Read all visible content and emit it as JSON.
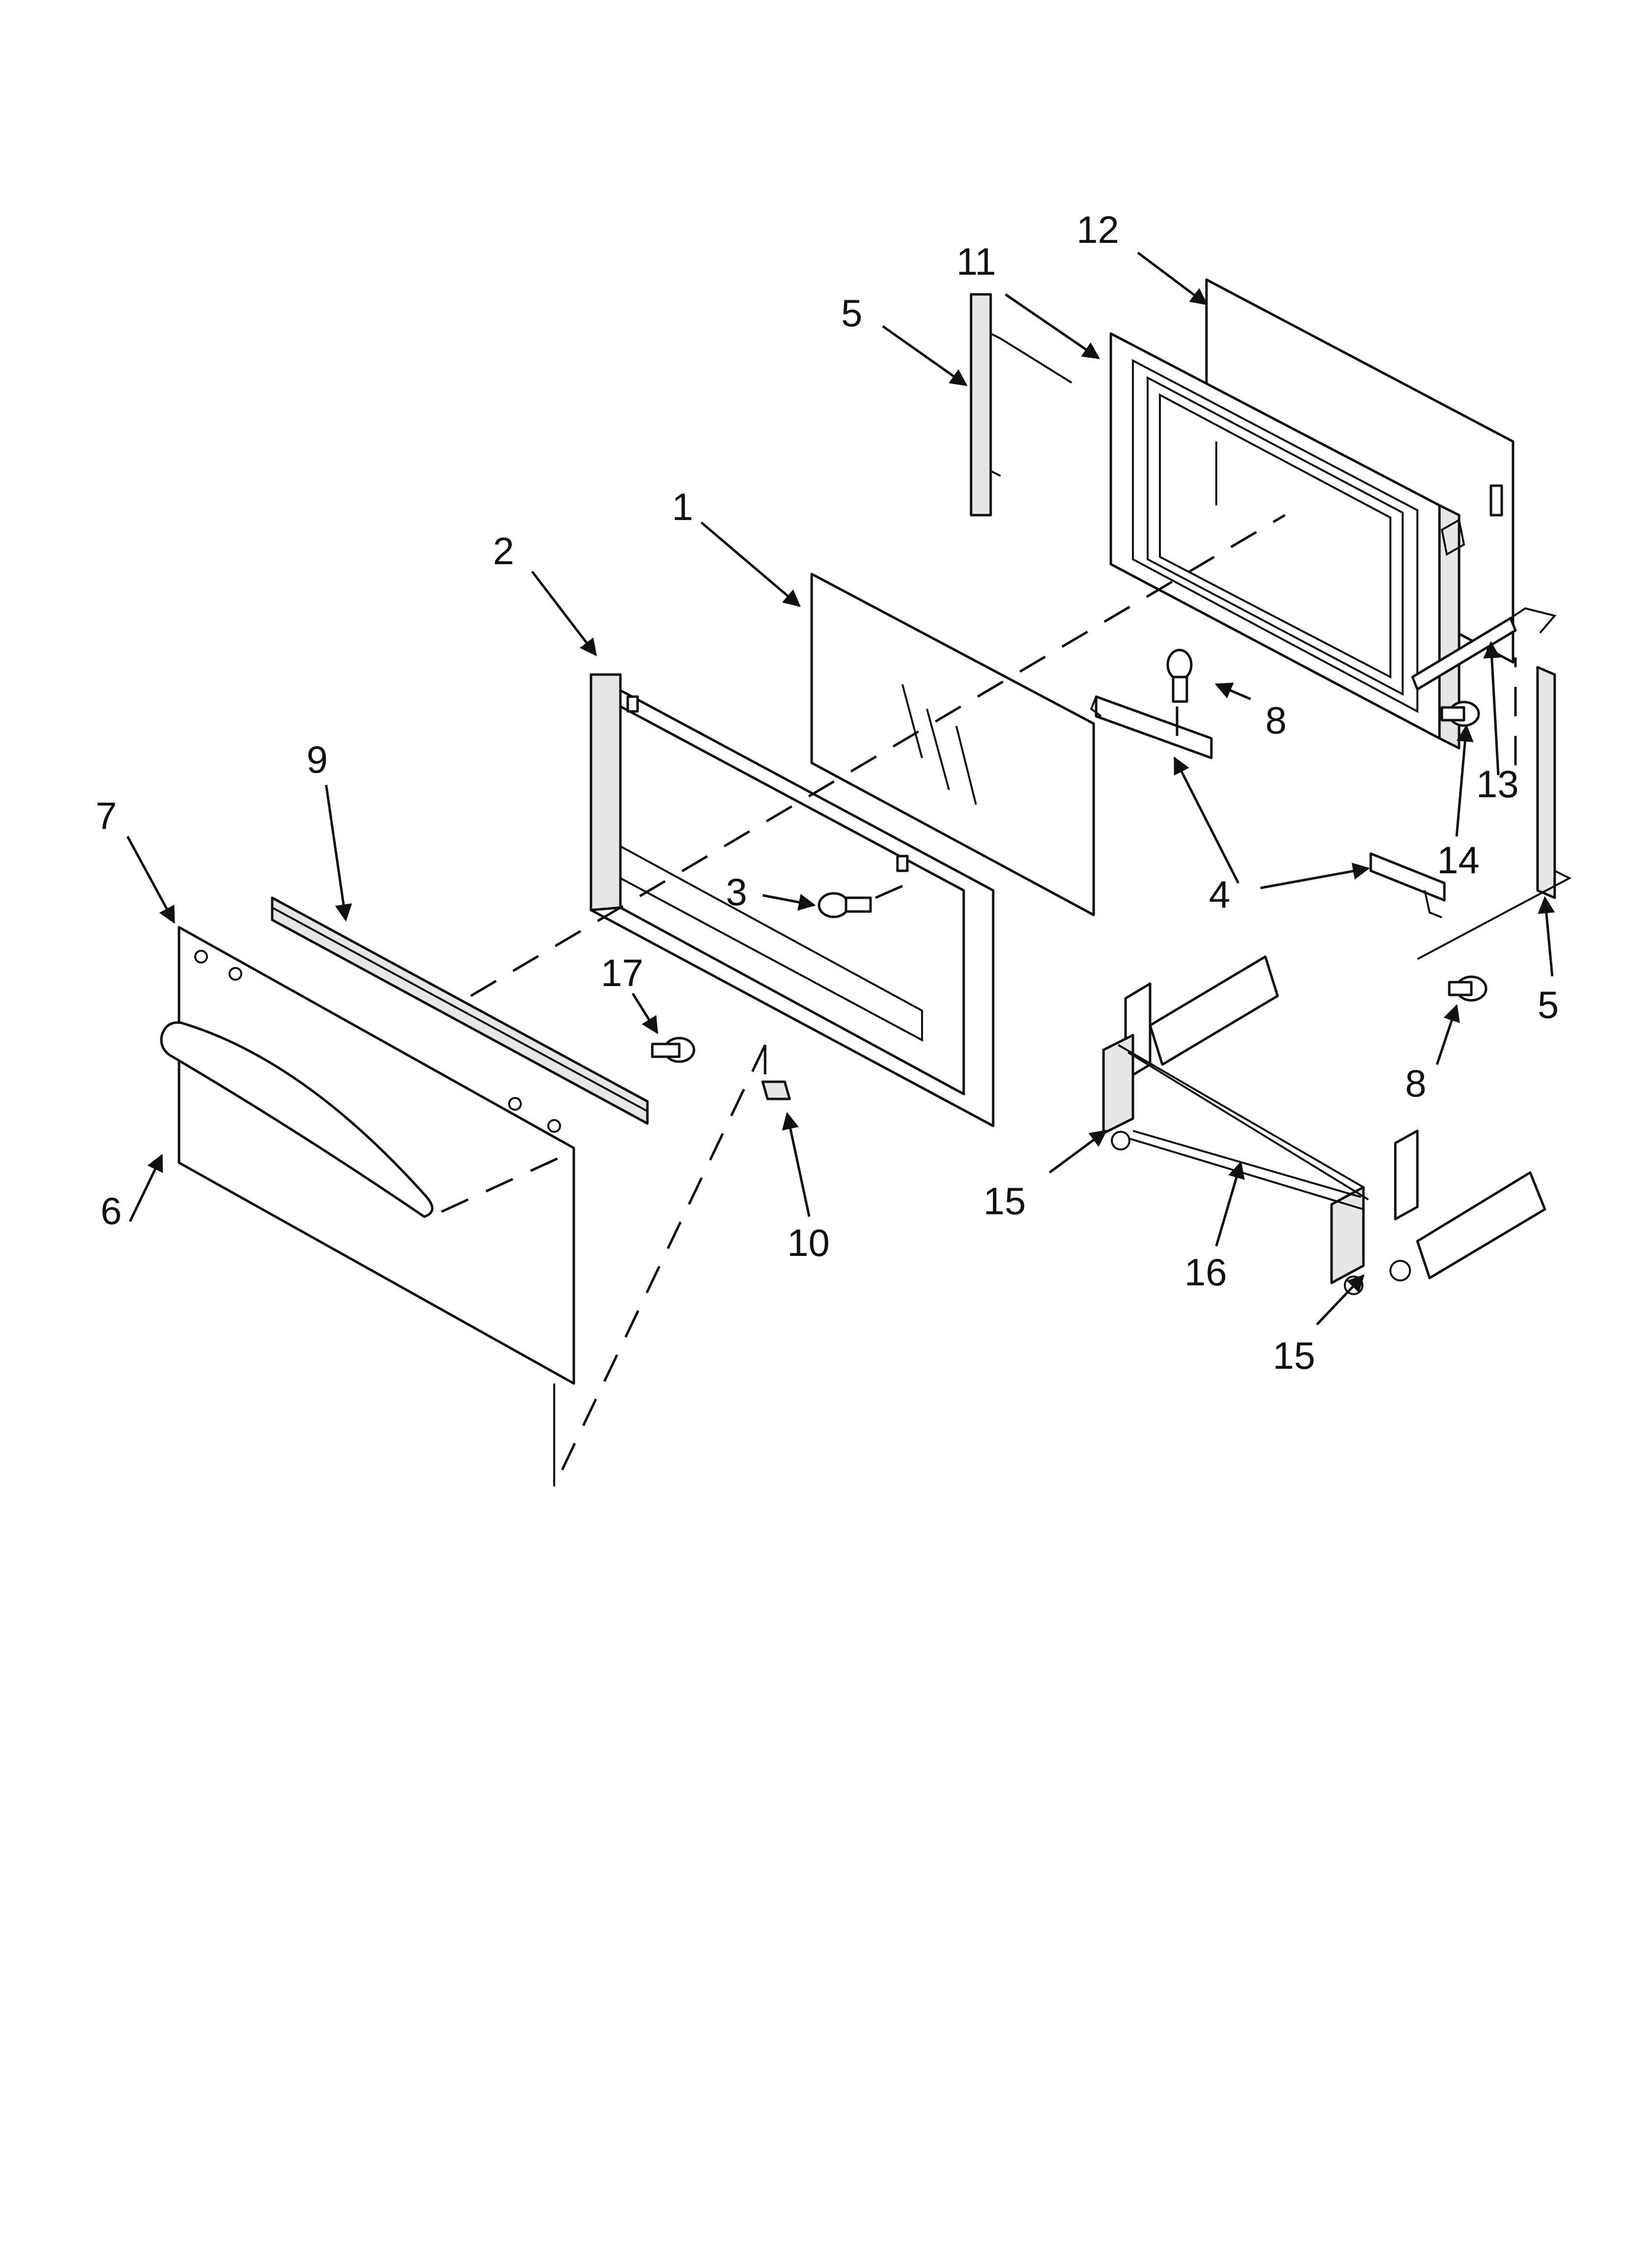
{
  "diagram": {
    "type": "exploded-parts-diagram",
    "colors": {
      "line": "#111111",
      "part_fill": "#ffffff",
      "shade": "#e6e6e6"
    },
    "callouts": [
      {
        "id": "c1",
        "label": "1"
      },
      {
        "id": "c2",
        "label": "2"
      },
      {
        "id": "c3",
        "label": "3"
      },
      {
        "id": "c4a",
        "label": "4"
      },
      {
        "id": "c5a",
        "label": "5"
      },
      {
        "id": "c5b",
        "label": "5"
      },
      {
        "id": "c6",
        "label": "6"
      },
      {
        "id": "c7",
        "label": "7"
      },
      {
        "id": "c8a",
        "label": "8"
      },
      {
        "id": "c8b",
        "label": "8"
      },
      {
        "id": "c9",
        "label": "9"
      },
      {
        "id": "c10",
        "label": "10"
      },
      {
        "id": "c11",
        "label": "11"
      },
      {
        "id": "c12",
        "label": "12"
      },
      {
        "id": "c13",
        "label": "13"
      },
      {
        "id": "c14",
        "label": "14"
      },
      {
        "id": "c15a",
        "label": "15"
      },
      {
        "id": "c15b",
        "label": "15"
      },
      {
        "id": "c16",
        "label": "16"
      },
      {
        "id": "c17",
        "label": "17"
      }
    ]
  }
}
